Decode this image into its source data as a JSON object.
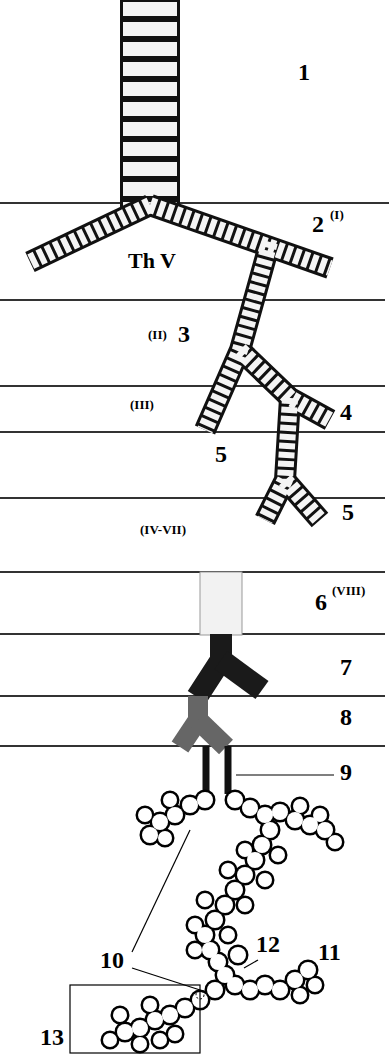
{
  "diagram": {
    "labels": [
      "1",
      "2",
      "(I)",
      "Th V",
      "(II)",
      "3",
      "(III)",
      "4",
      "5",
      "5",
      "(IV-VII)",
      "6",
      "(VIII)",
      "7",
      "8",
      "9",
      "10",
      "12",
      "11",
      "13"
    ]
  }
}
